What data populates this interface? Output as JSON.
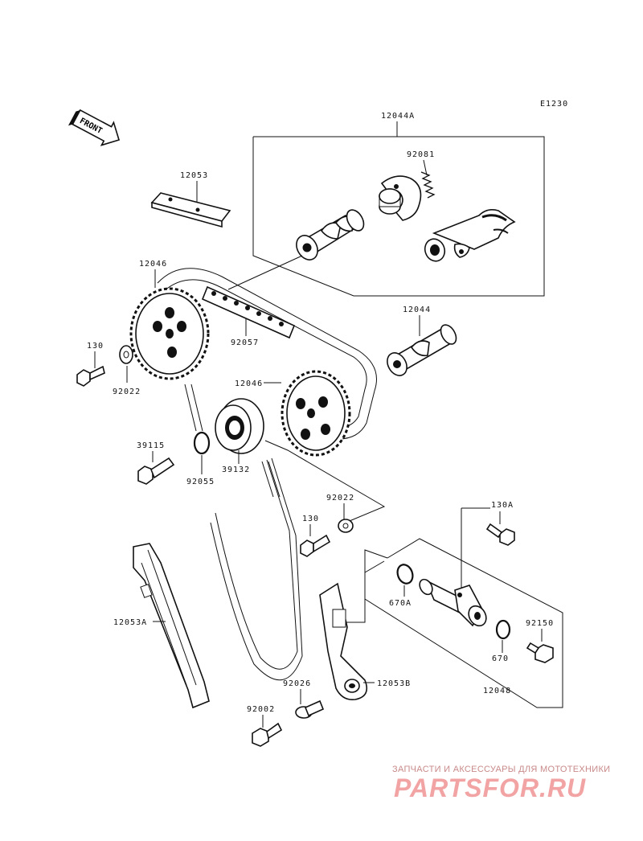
{
  "diagram_code": "E1230",
  "front_label": "FRONT",
  "parts": {
    "p12044A": "12044A",
    "p92081": "92081",
    "p12053": "12053",
    "p12046_top": "12046",
    "p92057": "92057",
    "p12044": "12044",
    "p130_top": "130",
    "p92022_top": "92022",
    "p12046_mid": "12046",
    "p39115": "39115",
    "p92055": "92055",
    "p39132": "39132",
    "p92022_mid": "92022",
    "p130_mid": "130",
    "p130A": "130A",
    "p12053A": "12053A",
    "p670A": "670A",
    "p92150": "92150",
    "p670": "670",
    "p12048": "12048",
    "p92026": "92026",
    "p12053B": "12053B",
    "p92002": "92002"
  },
  "watermark": {
    "tagline": "ЗАПЧАСТИ И АКСЕССУАРЫ ДЛЯ МОТОТЕХНИКИ",
    "logo": "PARTSFOR.RU"
  }
}
